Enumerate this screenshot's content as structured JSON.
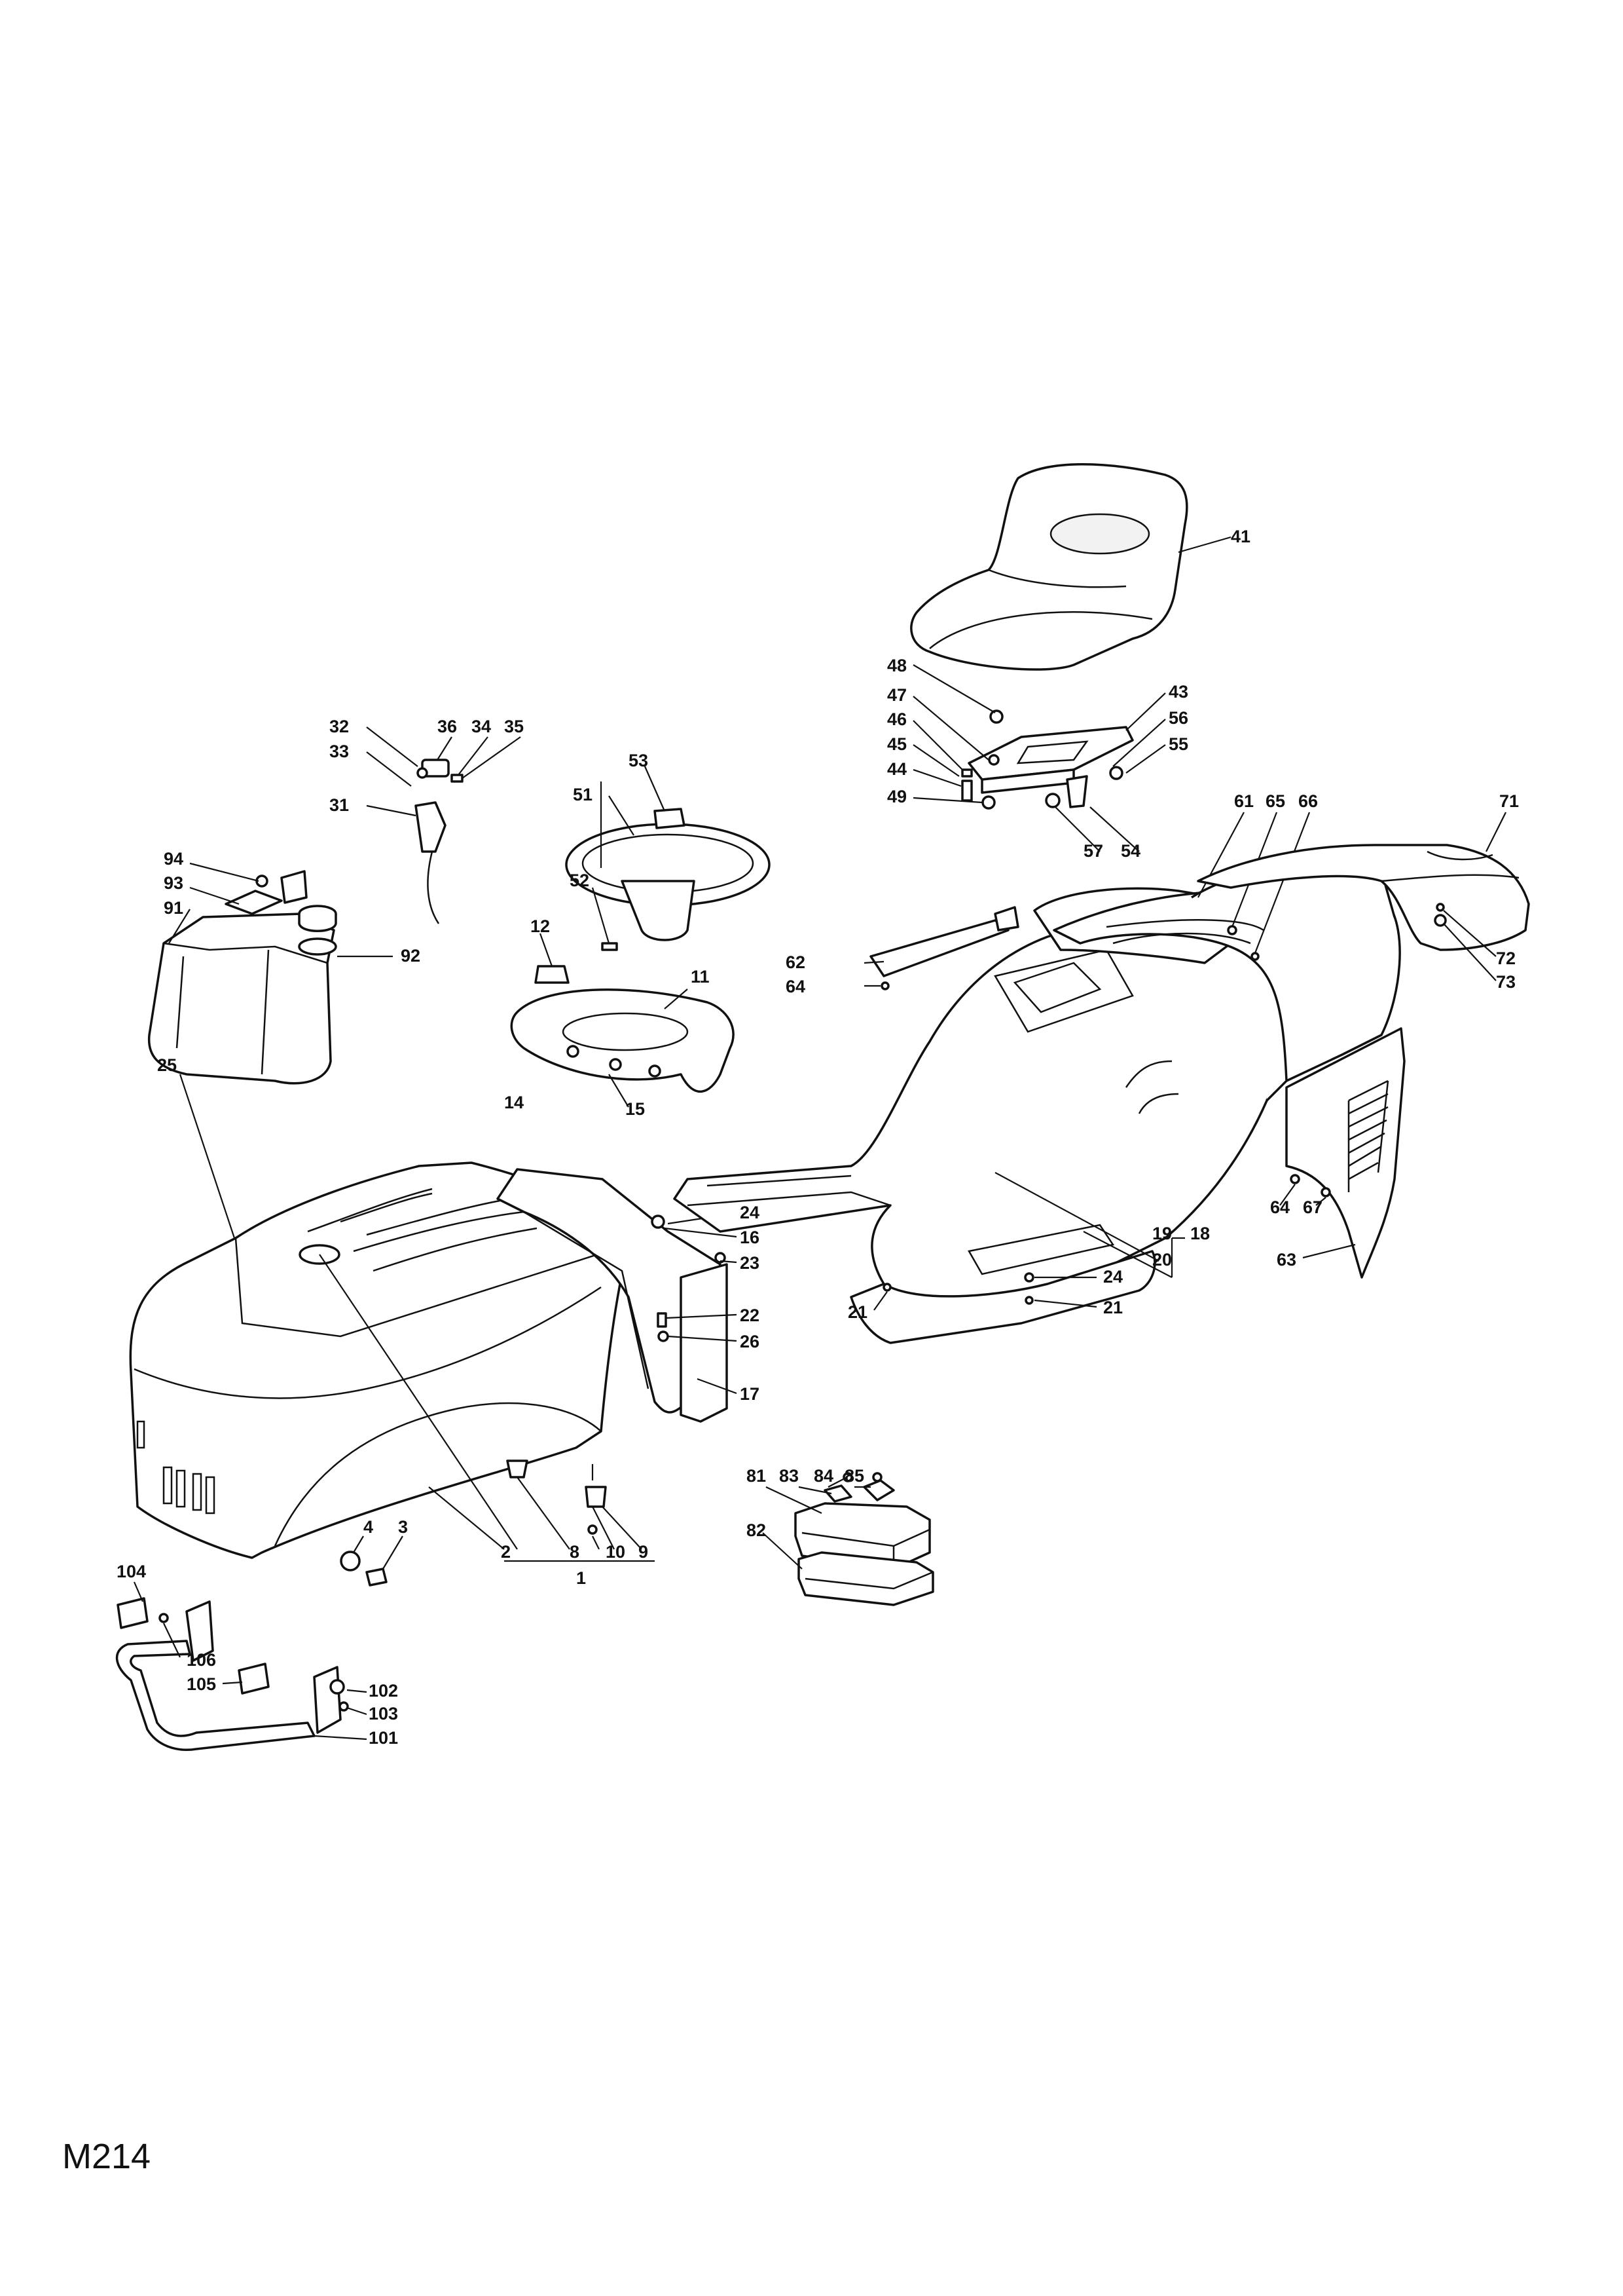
{
  "drawing_code": "M214",
  "part_numbers": {
    "p1": "1",
    "p2": "2",
    "p3": "3",
    "p4": "4",
    "p8": "8",
    "p9": "9",
    "p10": "10",
    "p11": "11",
    "p12": "12",
    "p14": "14",
    "p15": "15",
    "p16": "16",
    "p17": "17",
    "p18": "18",
    "p19": "19",
    "p20": "20",
    "p21a": "21",
    "p21b": "21",
    "p22": "22",
    "p23": "23",
    "p24a": "24",
    "p24b": "24",
    "p25": "25",
    "p26": "26",
    "p31": "31",
    "p32": "32",
    "p33": "33",
    "p34": "34",
    "p35": "35",
    "p36": "36",
    "p41": "41",
    "p43": "43",
    "p44": "44",
    "p45": "45",
    "p46": "46",
    "p47": "47",
    "p48": "48",
    "p49": "49",
    "p51": "51",
    "p52": "52",
    "p53": "53",
    "p54": "54",
    "p55": "55",
    "p56": "56",
    "p57": "57",
    "p61": "61",
    "p62": "62",
    "p63": "63",
    "p64a": "64",
    "p64b": "64",
    "p65": "65",
    "p66": "66",
    "p67": "67",
    "p71": "71",
    "p72": "72",
    "p73": "73",
    "p81": "81",
    "p82": "82",
    "p83": "83",
    "p84": "84",
    "p85": "85",
    "p91": "91",
    "p92": "92",
    "p93": "93",
    "p94": "94",
    "p101": "101",
    "p102": "102",
    "p103": "103",
    "p104": "104",
    "p105": "105",
    "p106": "106"
  }
}
